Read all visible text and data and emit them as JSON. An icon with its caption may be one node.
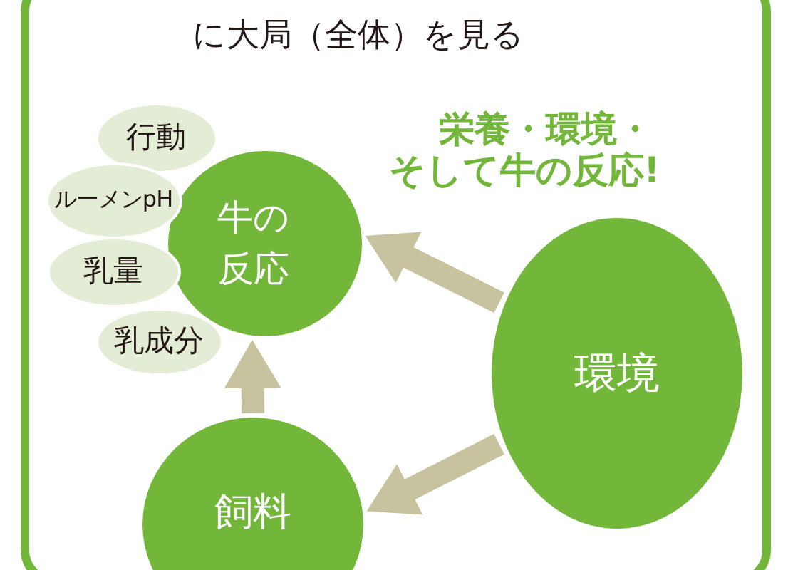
{
  "diagram": {
    "title": "に大局（全体）を見る",
    "nodes": [
      {
        "text": [
          "牛の反応"
        ]
      },
      {
        "text": [
          "行動"
        ]
      },
      {
        "text": [
          "ルーメンpH"
        ]
      },
      {
        "text": [
          "乳量"
        ]
      },
      {
        "text": [
          "乳成分"
        ]
      },
      {
        "text": [
          "環境"
        ]
      },
      {
        "text": [
          "飼料"
        ]
      }
    ],
    "edges": [
      {
        "from": 5,
        "to": 0,
        "arrow": "to"
      },
      {
        "from": 5,
        "to": 6,
        "arrow": "to"
      },
      {
        "from": 6,
        "to": 0,
        "arrow": "to"
      }
    ],
    "labels": [
      "栄養・環境・そして牛の反応!"
    ]
  }
}
